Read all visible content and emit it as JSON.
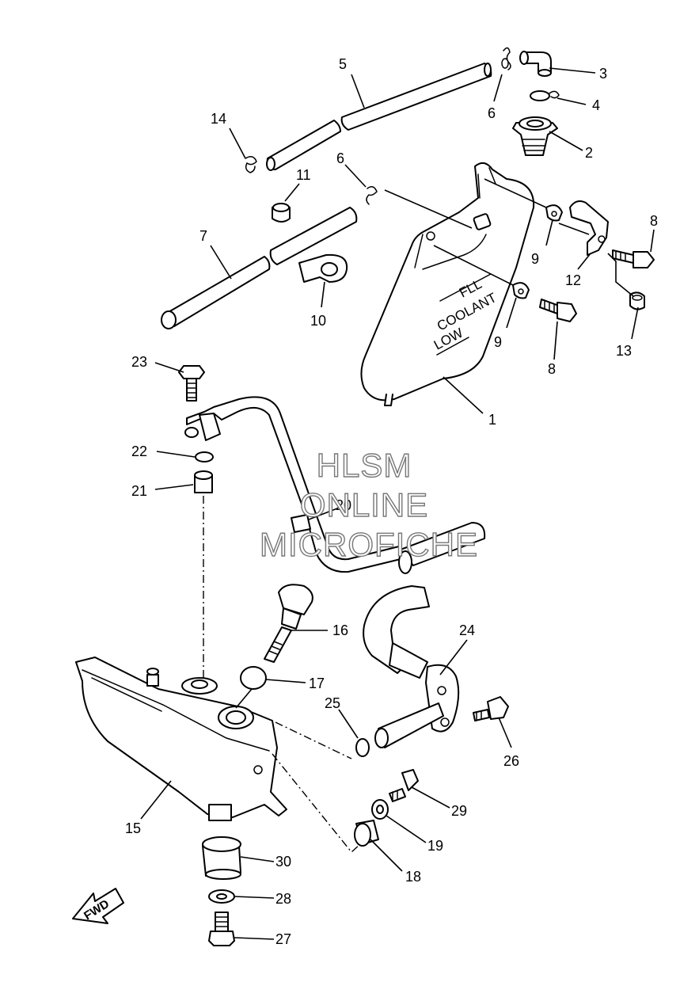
{
  "watermark": {
    "line1": "HLSM",
    "line2": "ONLINE",
    "line3": "MICROFICHE"
  },
  "tank_markings": {
    "full": "FLL",
    "coolant": "COOLANT",
    "low": "LOW"
  },
  "direction_arrow": {
    "label": "FWD"
  },
  "callouts": {
    "c1": "1",
    "c2": "2",
    "c3": "3",
    "c4": "4",
    "c5": "5",
    "c6a": "6",
    "c6b": "6",
    "c7": "7",
    "c8a": "8",
    "c8b": "8",
    "c9a": "9",
    "c9b": "9",
    "c10": "10",
    "c11": "11",
    "c12": "12",
    "c13": "13",
    "c14": "14",
    "c15": "15",
    "c16": "16",
    "c17": "17",
    "c18": "18",
    "c19": "19",
    "c20": "20",
    "c21": "21",
    "c22": "22",
    "c23": "23",
    "c24": "24",
    "c25": "25",
    "c26": "26",
    "c27": "27",
    "c28": "28",
    "c29": "29",
    "c30": "30"
  }
}
